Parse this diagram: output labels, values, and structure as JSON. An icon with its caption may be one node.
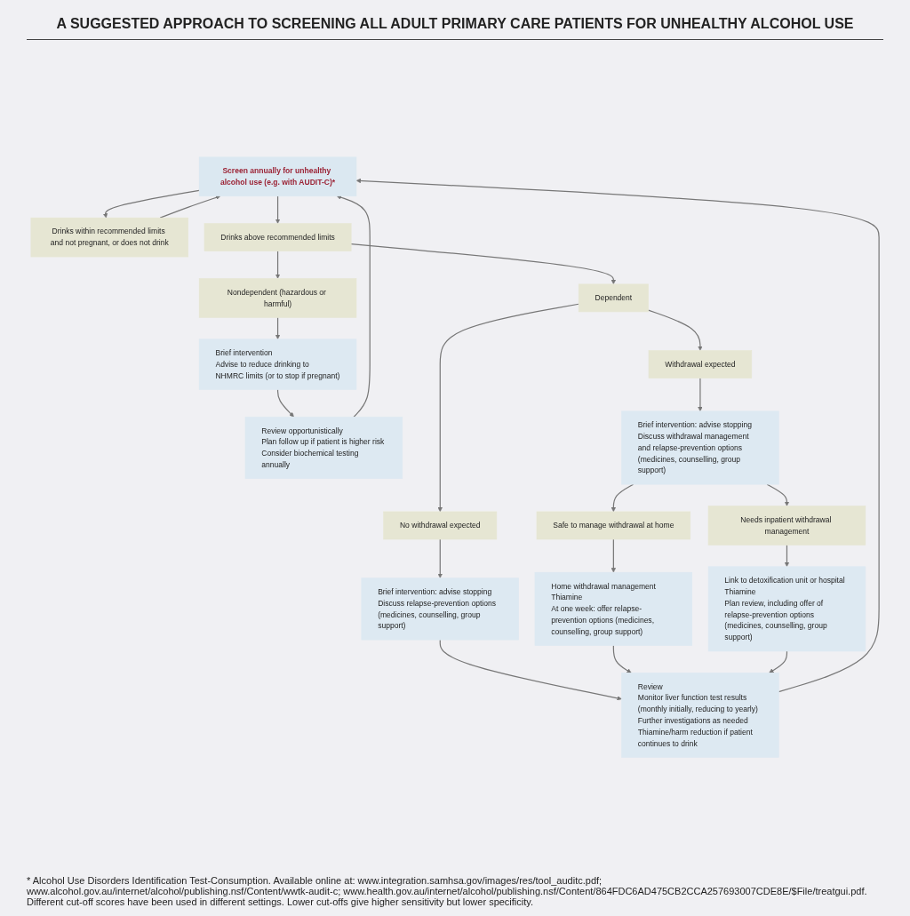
{
  "diagram": {
    "title": "A SUGGESTED APPROACH TO SCREENING ALL ADULT PRIMARY CARE PATIENTS FOR UNHEALTHY ALCOHOL USE",
    "caption": "* Alcohol Use Disorders Identification Test-Consumption. Available online at: www.integration.samhsa.gov/images/res/tool_auditc.pdf; www.alcohol.gov.au/internet/alcohol/publishing.nsf/Content/wwtk-audit-c; www.health.gov.au/internet/alcohol/publishing.nsf/Content/864FDC6AD475CB2CCA257693007CDE8E/$File/treatgui.pdf. Different cut-off scores have been used in different settings. Lower cut-offs give higher sensitivity but lower specificity.",
    "nodes": [
      {
        "text": [
          "Screen annually for unhealthy alcohol use (e.g. with AUDIT-C)*"
        ]
      },
      {
        "text": [
          "Drinks within recommended limits and not pregnant, or does not drink"
        ]
      },
      {
        "text": [
          "Drinks above recommended limits"
        ]
      },
      {
        "text": [
          "Nondependent (hazardous or harmful)"
        ]
      },
      {
        "text": [
          "Dependent"
        ]
      },
      {
        "text": [
          "Brief intervention",
          "Advise to reduce drinking to NHMRC limits (or to stop if pregnant)"
        ]
      },
      {
        "text": [
          "Review opportunistically",
          "Plan follow up if patient is higher risk",
          "Consider biochemical testing annually"
        ]
      },
      {
        "text": [
          "No withdrawal expected"
        ]
      },
      {
        "text": [
          "Brief intervention: advise stopping",
          "Discuss relapse-prevention options (medicines, counselling, group support)"
        ]
      },
      {
        "text": [
          "Withdrawal expected"
        ]
      },
      {
        "text": [
          "Brief intervention: advise stopping",
          "Discuss withdrawal management and relapse-prevention options (medicines, counselling, group support)"
        ]
      },
      {
        "text": [
          "Safe to manage withdrawal at home"
        ]
      },
      {
        "text": [
          "Needs inpatient withdrawal management"
        ]
      },
      {
        "text": [
          "Review",
          "Monitor liver function test results (monthly initially, reducing to yearly)",
          "Further investigations as needed",
          "Thiamine/harm reduction if patient continues to drink"
        ]
      },
      {
        "text": [
          "Home withdrawal management",
          "Thiamine",
          "At one week: offer relapse-prevention options (medicines, counselling, group support)"
        ]
      },
      {
        "text": [
          "Link to detoxification unit or hospital",
          "Thiamine",
          "Plan review, including offer of relapse-prevention options (medicines, counselling, group support)"
        ]
      }
    ],
    "edges": [
      {
        "from": 0,
        "to": 1,
        "arrow": "to"
      },
      {
        "from": 0,
        "to": 2,
        "arrow": "to"
      },
      {
        "from": 1,
        "to": 0,
        "arrow": "to"
      },
      {
        "from": 2,
        "to": 3,
        "arrow": "to"
      },
      {
        "from": 2,
        "to": 4,
        "arrow": "to"
      },
      {
        "from": 3,
        "to": 5,
        "arrow": "to"
      },
      {
        "from": 5,
        "to": 6,
        "arrow": "to"
      },
      {
        "from": 6,
        "to": 0,
        "arrow": "to"
      },
      {
        "from": 4,
        "to": 7,
        "arrow": "to"
      },
      {
        "from": 4,
        "to": 9,
        "arrow": "to"
      },
      {
        "from": 7,
        "to": 8,
        "arrow": "to"
      },
      {
        "from": 9,
        "to": 10,
        "arrow": "to"
      },
      {
        "from": 8,
        "to": 13,
        "arrow": "to"
      },
      {
        "from": 10,
        "to": 11,
        "arrow": "to"
      },
      {
        "from": 10,
        "to": 12,
        "arrow": "to"
      },
      {
        "from": 11,
        "to": 14,
        "arrow": "to"
      },
      {
        "from": 12,
        "to": 15,
        "arrow": "to"
      },
      {
        "from": 14,
        "to": 13,
        "arrow": "to"
      },
      {
        "from": 15,
        "to": 13,
        "arrow": "to"
      },
      {
        "from": 13,
        "to": 0,
        "arrow": "to"
      }
    ]
  }
}
